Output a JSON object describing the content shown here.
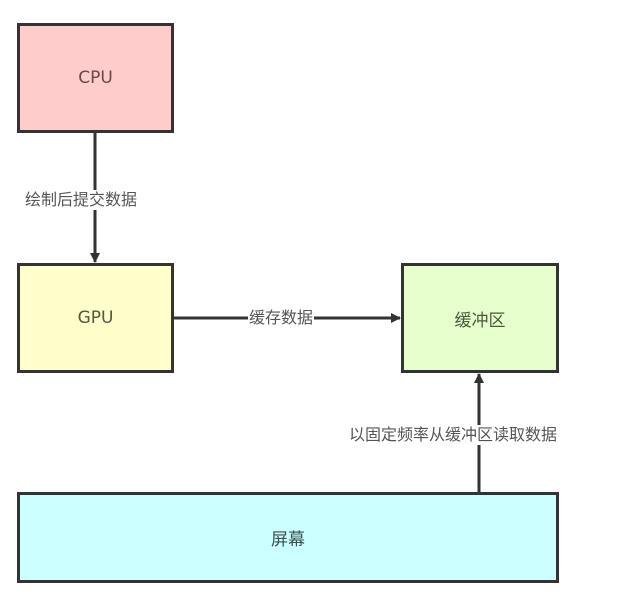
{
  "nodes": {
    "cpu": {
      "label": "CPU",
      "color": "#ffcccc"
    },
    "gpu": {
      "label": "GPU",
      "color": "#ffffcc"
    },
    "buffer": {
      "label": "缓冲区",
      "color": "#e6ffcc"
    },
    "screen": {
      "label": "屏幕",
      "color": "#ccffff"
    }
  },
  "edges": [
    {
      "from": "cpu",
      "to": "gpu",
      "label": "绘制后提交数据"
    },
    {
      "from": "gpu",
      "to": "buffer",
      "label": "缓存数据"
    },
    {
      "from": "screen",
      "to": "buffer",
      "label": "以固定频率从缓冲区读取数据"
    }
  ]
}
